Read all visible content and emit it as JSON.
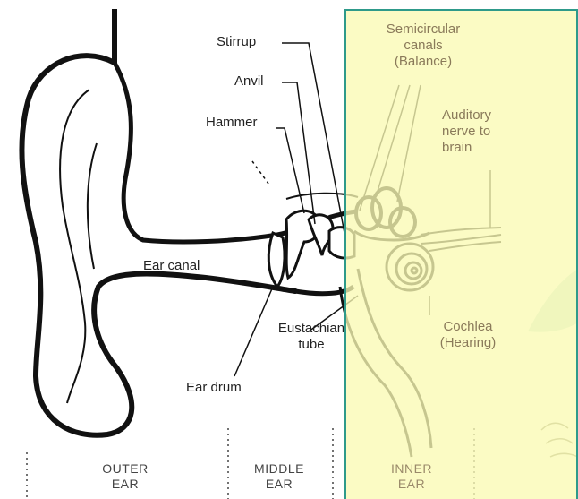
{
  "labels": {
    "stirrup": "Stirrup",
    "anvil": "Anvil",
    "hammer": "Hammer",
    "semicircular_line1": "Semicircular",
    "semicircular_line2": "canals",
    "semicircular_line3": "(Balance)",
    "auditory_line1": "Auditory",
    "auditory_line2": "nerve to",
    "auditory_line3": "brain",
    "ear_canal": "Ear canal",
    "eustachian_line1": "Eustachian",
    "eustachian_line2": "tube",
    "cochlea_line1": "Cochlea",
    "cochlea_line2": "(Hearing)",
    "ear_drum": "Ear drum"
  },
  "zones": {
    "outer_line1": "OUTER",
    "outer_line2": "EAR",
    "middle_line1": "MIDDLE",
    "middle_line2": "EAR",
    "inner_line1": "INNER",
    "inner_line2": "EAR"
  },
  "colors": {
    "overlay_fill": "#fafab4",
    "overlay_border": "#2e9a8a",
    "line": "#111111"
  }
}
